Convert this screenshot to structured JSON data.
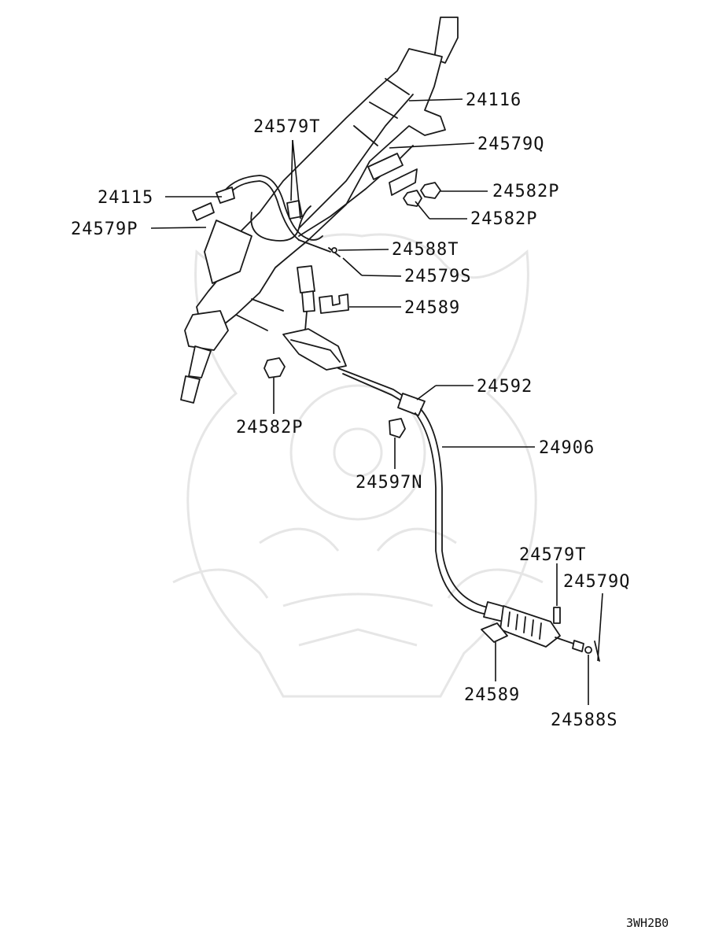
{
  "diagram": {
    "code": "3WH2B0",
    "labels": [
      {
        "id": "l1",
        "text": "24116"
      },
      {
        "id": "l2",
        "text": "24579T"
      },
      {
        "id": "l3",
        "text": "24579Q"
      },
      {
        "id": "l4",
        "text": "24115"
      },
      {
        "id": "l5",
        "text": "24582P"
      },
      {
        "id": "l6",
        "text": "24579P"
      },
      {
        "id": "l7",
        "text": "24582P"
      },
      {
        "id": "l8",
        "text": "24588T"
      },
      {
        "id": "l9",
        "text": "24579S"
      },
      {
        "id": "l10",
        "text": "24589"
      },
      {
        "id": "l11",
        "text": "24592"
      },
      {
        "id": "l12",
        "text": "24906"
      },
      {
        "id": "l13",
        "text": "24582P"
      },
      {
        "id": "l14",
        "text": "24597N"
      },
      {
        "id": "l15",
        "text": "24579T"
      },
      {
        "id": "l16",
        "text": "24579Q"
      },
      {
        "id": "l17",
        "text": "24589"
      },
      {
        "id": "l18",
        "text": "24588S"
      }
    ]
  }
}
